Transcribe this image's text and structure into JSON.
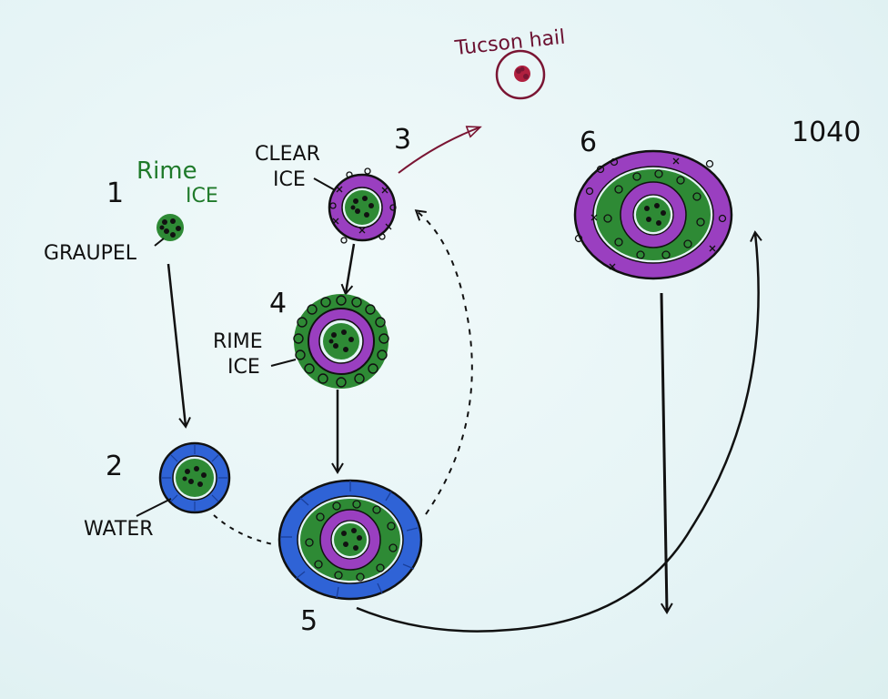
{
  "labels": {
    "tucson_hail": "Tucson hail",
    "page_number": "1040",
    "step1_number": "1",
    "rime1_line1": "Rime",
    "rime1_line2": "ICE",
    "graupel": "GRAUPEL",
    "step2_number": "2",
    "water": "WATER",
    "step3_number": "3",
    "clear_ice_line1": "CLEAR",
    "clear_ice_line2": "ICE",
    "step4_number": "4",
    "rime2_line1": "RIME",
    "rime2_line2": "ICE",
    "step5_number": "5",
    "step6_number": "6"
  },
  "colors": {
    "ink": "#111111",
    "rime_green": "#1f8a2e",
    "water_blue": "#2f63d6",
    "clear_ice_purple": "#8a2fae",
    "hail_maroon": "#7a1533"
  }
}
